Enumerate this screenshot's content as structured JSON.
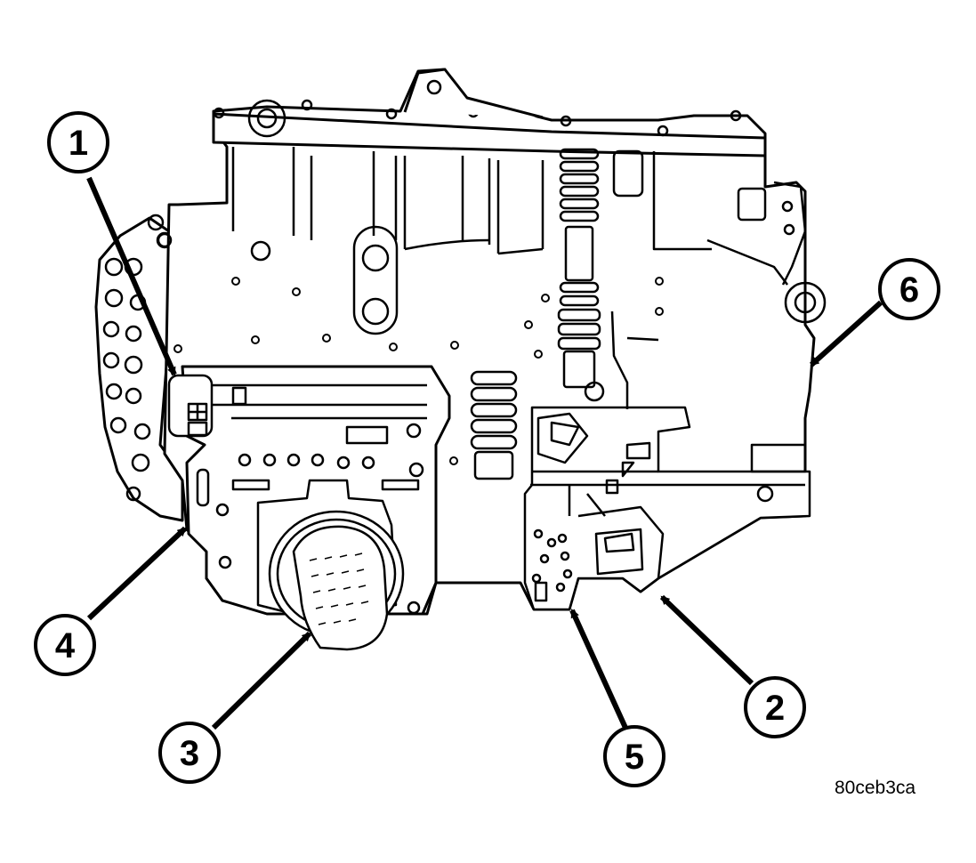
{
  "figure_id": "80ceb3ca",
  "callouts": [
    {
      "id": "1",
      "label": "1"
    },
    {
      "id": "2",
      "label": "2"
    },
    {
      "id": "3",
      "label": "3"
    },
    {
      "id": "4",
      "label": "4"
    },
    {
      "id": "5",
      "label": "5"
    },
    {
      "id": "6",
      "label": "6"
    }
  ]
}
